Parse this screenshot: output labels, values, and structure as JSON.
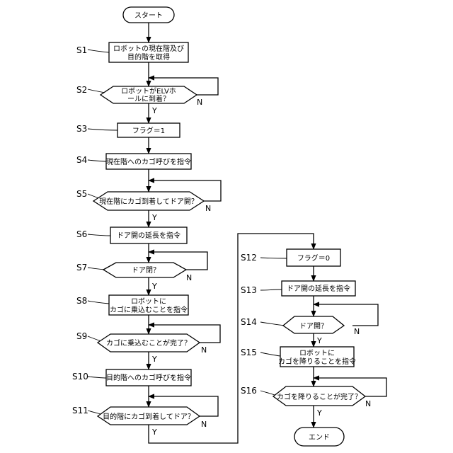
{
  "flowchart": {
    "start": "スタート",
    "end": "エンド",
    "yes": "Y",
    "no": "N",
    "steps": [
      {
        "id": "S1",
        "lines": [
          "ロボットの現在階及び",
          "目的階を取得"
        ]
      },
      {
        "id": "S2",
        "lines": [
          "ロボットがELVホ",
          "ールに到着？"
        ]
      },
      {
        "id": "S3",
        "lines": [
          "フラグ＝1"
        ]
      },
      {
        "id": "S4",
        "lines": [
          "現在階へのカゴ呼びを指令"
        ]
      },
      {
        "id": "S5",
        "lines": [
          "現在階にカゴ到着してドア開？"
        ]
      },
      {
        "id": "S6",
        "lines": [
          "ドア開の延長を指令"
        ]
      },
      {
        "id": "S7",
        "lines": [
          "ドア閉？"
        ]
      },
      {
        "id": "S8",
        "lines": [
          "ロボットに",
          "カゴに乗込むことを指令"
        ]
      },
      {
        "id": "S9",
        "lines": [
          "カゴに乗込むことが完了？"
        ]
      },
      {
        "id": "S10",
        "lines": [
          "目的階へのカゴ呼びを指令"
        ]
      },
      {
        "id": "S11",
        "lines": [
          "目的階にカゴ到着してドア？"
        ]
      },
      {
        "id": "S12",
        "lines": [
          "フラグ＝0"
        ]
      },
      {
        "id": "S13",
        "lines": [
          "ドア開の延長を指令"
        ]
      },
      {
        "id": "S14",
        "lines": [
          "ドア開？"
        ]
      },
      {
        "id": "S15",
        "lines": [
          "ロボットに",
          "カゴを降りることを指令"
        ]
      },
      {
        "id": "S16",
        "lines": [
          "カゴを降りることが完了？"
        ]
      }
    ]
  }
}
